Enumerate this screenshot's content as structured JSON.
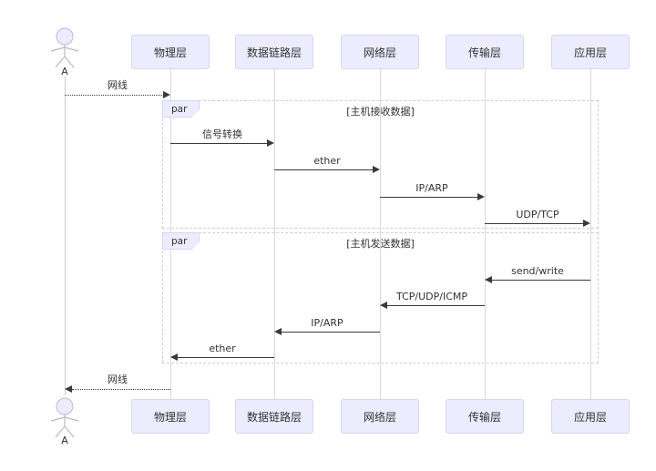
{
  "actor": {
    "name": "A"
  },
  "participants": [
    {
      "label": "物理层"
    },
    {
      "label": "数据链路层"
    },
    {
      "label": "网络层"
    },
    {
      "label": "传输层"
    },
    {
      "label": "应用层"
    }
  ],
  "fragments": [
    {
      "operator": "par",
      "condition": "[主机接收数据]"
    },
    {
      "operator": "par",
      "condition": "[主机发送数据]"
    }
  ],
  "messages": [
    {
      "label": "网线",
      "from": "A",
      "to": "物理层",
      "line": "dotted",
      "direction": "right"
    },
    {
      "label": "信号转换",
      "from": "物理层",
      "to": "数据链路层",
      "line": "solid",
      "direction": "right"
    },
    {
      "label": "ether",
      "from": "数据链路层",
      "to": "网络层",
      "line": "solid",
      "direction": "right"
    },
    {
      "label": "IP/ARP",
      "from": "网络层",
      "to": "传输层",
      "line": "solid",
      "direction": "right"
    },
    {
      "label": "UDP/TCP",
      "from": "传输层",
      "to": "应用层",
      "line": "solid",
      "direction": "right"
    },
    {
      "label": "send/write",
      "from": "应用层",
      "to": "传输层",
      "line": "solid",
      "direction": "left"
    },
    {
      "label": "TCP/UDP/ICMP",
      "from": "传输层",
      "to": "网络层",
      "line": "solid",
      "direction": "left"
    },
    {
      "label": "IP/ARP",
      "from": "网络层",
      "to": "数据链路层",
      "line": "solid",
      "direction": "left"
    },
    {
      "label": "ether",
      "from": "数据链路层",
      "to": "物理层",
      "line": "solid",
      "direction": "left"
    },
    {
      "label": "网线",
      "from": "物理层",
      "to": "A",
      "line": "dotted",
      "direction": "left"
    }
  ],
  "colors": {
    "participant_fill": "#ececff",
    "participant_border": "#d8d5ef",
    "lifeline": "#d8d7ea",
    "actor_lifeline": "#c9c9cf",
    "frame_border": "#cfcfdf",
    "arrow": "#3a3a3a",
    "text": "#333333",
    "background": "#ffffff"
  }
}
